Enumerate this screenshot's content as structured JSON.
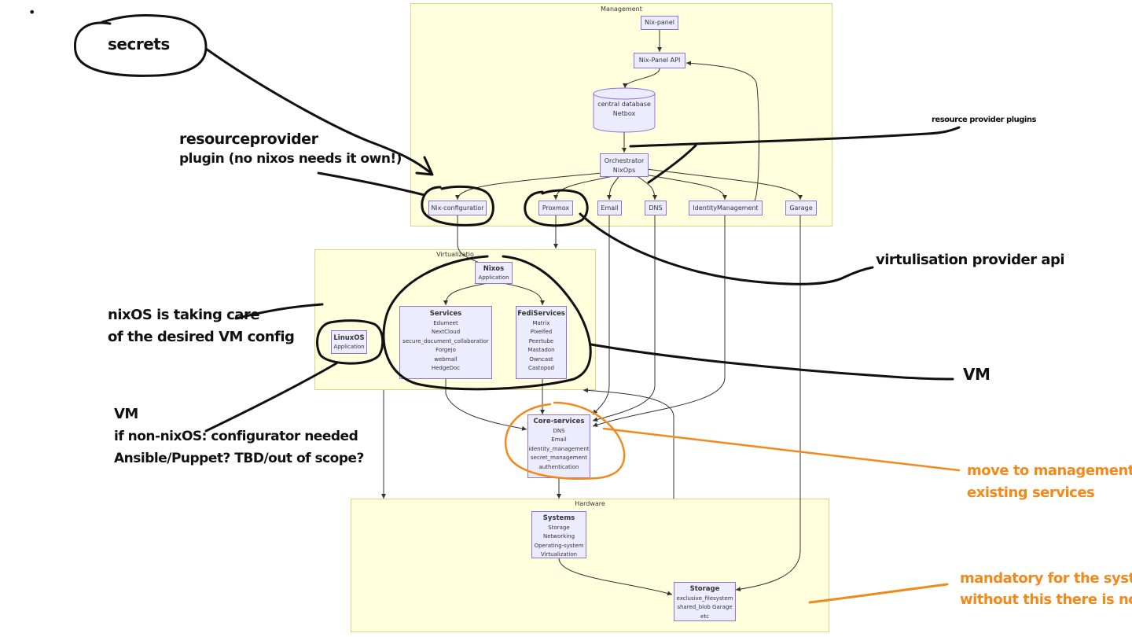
{
  "clusters": {
    "management": "Management",
    "virtualization": "Virtualizatio",
    "hardware": "Hardware"
  },
  "nodes": {
    "nix_panel": "Nix-panel",
    "nix_panel_api": "Nix-Panel API",
    "central_db": {
      "line1": "central database",
      "line2": "Netbox"
    },
    "orchestrator": {
      "line1": "Orchestrator",
      "line2": "NixOps"
    },
    "nix_configuration": "Nix-configuratior",
    "proxmox": "Proxmox",
    "email": "Email",
    "dns": "DNS",
    "identity_management": "IdentityManagement",
    "garage": "Garage",
    "nixos": {
      "title": "Nixos",
      "sub": "Application"
    },
    "services": {
      "title": "Services",
      "items": [
        "Edumeet",
        "NextCloud",
        "secure_document_collaboratior",
        "Forgejo",
        "webmail",
        "HedgeDoc"
      ]
    },
    "fediservices": {
      "title": "FediServices",
      "items": [
        "Matrix",
        "Pixelfed",
        "Peertube",
        "Mastadon",
        "Owncast",
        "Castopod"
      ]
    },
    "linuxos": {
      "title": "LinuxOS",
      "sub": "Application"
    },
    "core_services": {
      "title": "Core-services",
      "items": [
        "DNS",
        "Email",
        "identity_management",
        "secret_management",
        "authentication"
      ]
    },
    "systems": {
      "title": "Systems",
      "items": [
        "Storage",
        "Networking",
        "Operating-system",
        "Virtualization"
      ]
    },
    "storage": {
      "title": "Storage",
      "items": [
        "exclusive_filesystem",
        "shared_blob Garage",
        "etc"
      ]
    }
  },
  "annotations": {
    "secrets": "secrets",
    "resourceprovider_1": "resourceprovider",
    "resourceprovider_2": "plugin (no nixos needs it own!)",
    "resource_provider_plugins": "resource provider plugins",
    "virtualisation_api": "virtulisation provider api",
    "nixos_care_1": "nixOS is taking care",
    "nixos_care_2": "of the desired VM config",
    "vm_right": "VM",
    "vm_left_1": "VM",
    "vm_left_2": "if non-nixOS: configurator needed",
    "vm_left_3": "Ansible/Puppet? TBD/out of scope?",
    "move_1": "move to management",
    "move_2": "existing services",
    "mandatory_1": "mandatory for the systen",
    "mandatory_2": "without this there is no V",
    "bullet": "•"
  },
  "colors": {
    "cluster_fill": "#ffffde",
    "cluster_border": "#d6d68a",
    "node_fill": "#ececff",
    "node_border": "#9370db",
    "ink": "#111111",
    "orange": "#f08a1c"
  }
}
